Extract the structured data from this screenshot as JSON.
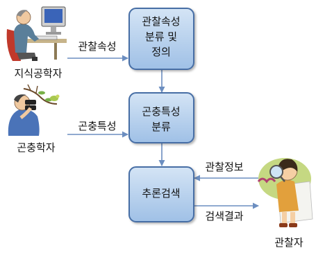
{
  "actors": {
    "knowledge_engineer": "지식공학자",
    "entomologist": "곤충학자",
    "observer": "관찰자"
  },
  "process_boxes": {
    "classify_line1": "관찰속성",
    "classify_line2": "분류 및",
    "classify_line3": "정의",
    "insect_line1": "곤충특성",
    "insect_line2": "분류",
    "search": "추론검색"
  },
  "flow_labels": {
    "observation_attributes": "관찰속성",
    "insect_characteristics": "곤충특성",
    "observation_info": "관찰정보",
    "search_result": "검색결과"
  },
  "colors": {
    "box_fill_top": "#d4e4f5",
    "box_fill_bottom": "#9fc0e6",
    "box_border": "#466ea5",
    "arrow": "#6c8ec0"
  }
}
